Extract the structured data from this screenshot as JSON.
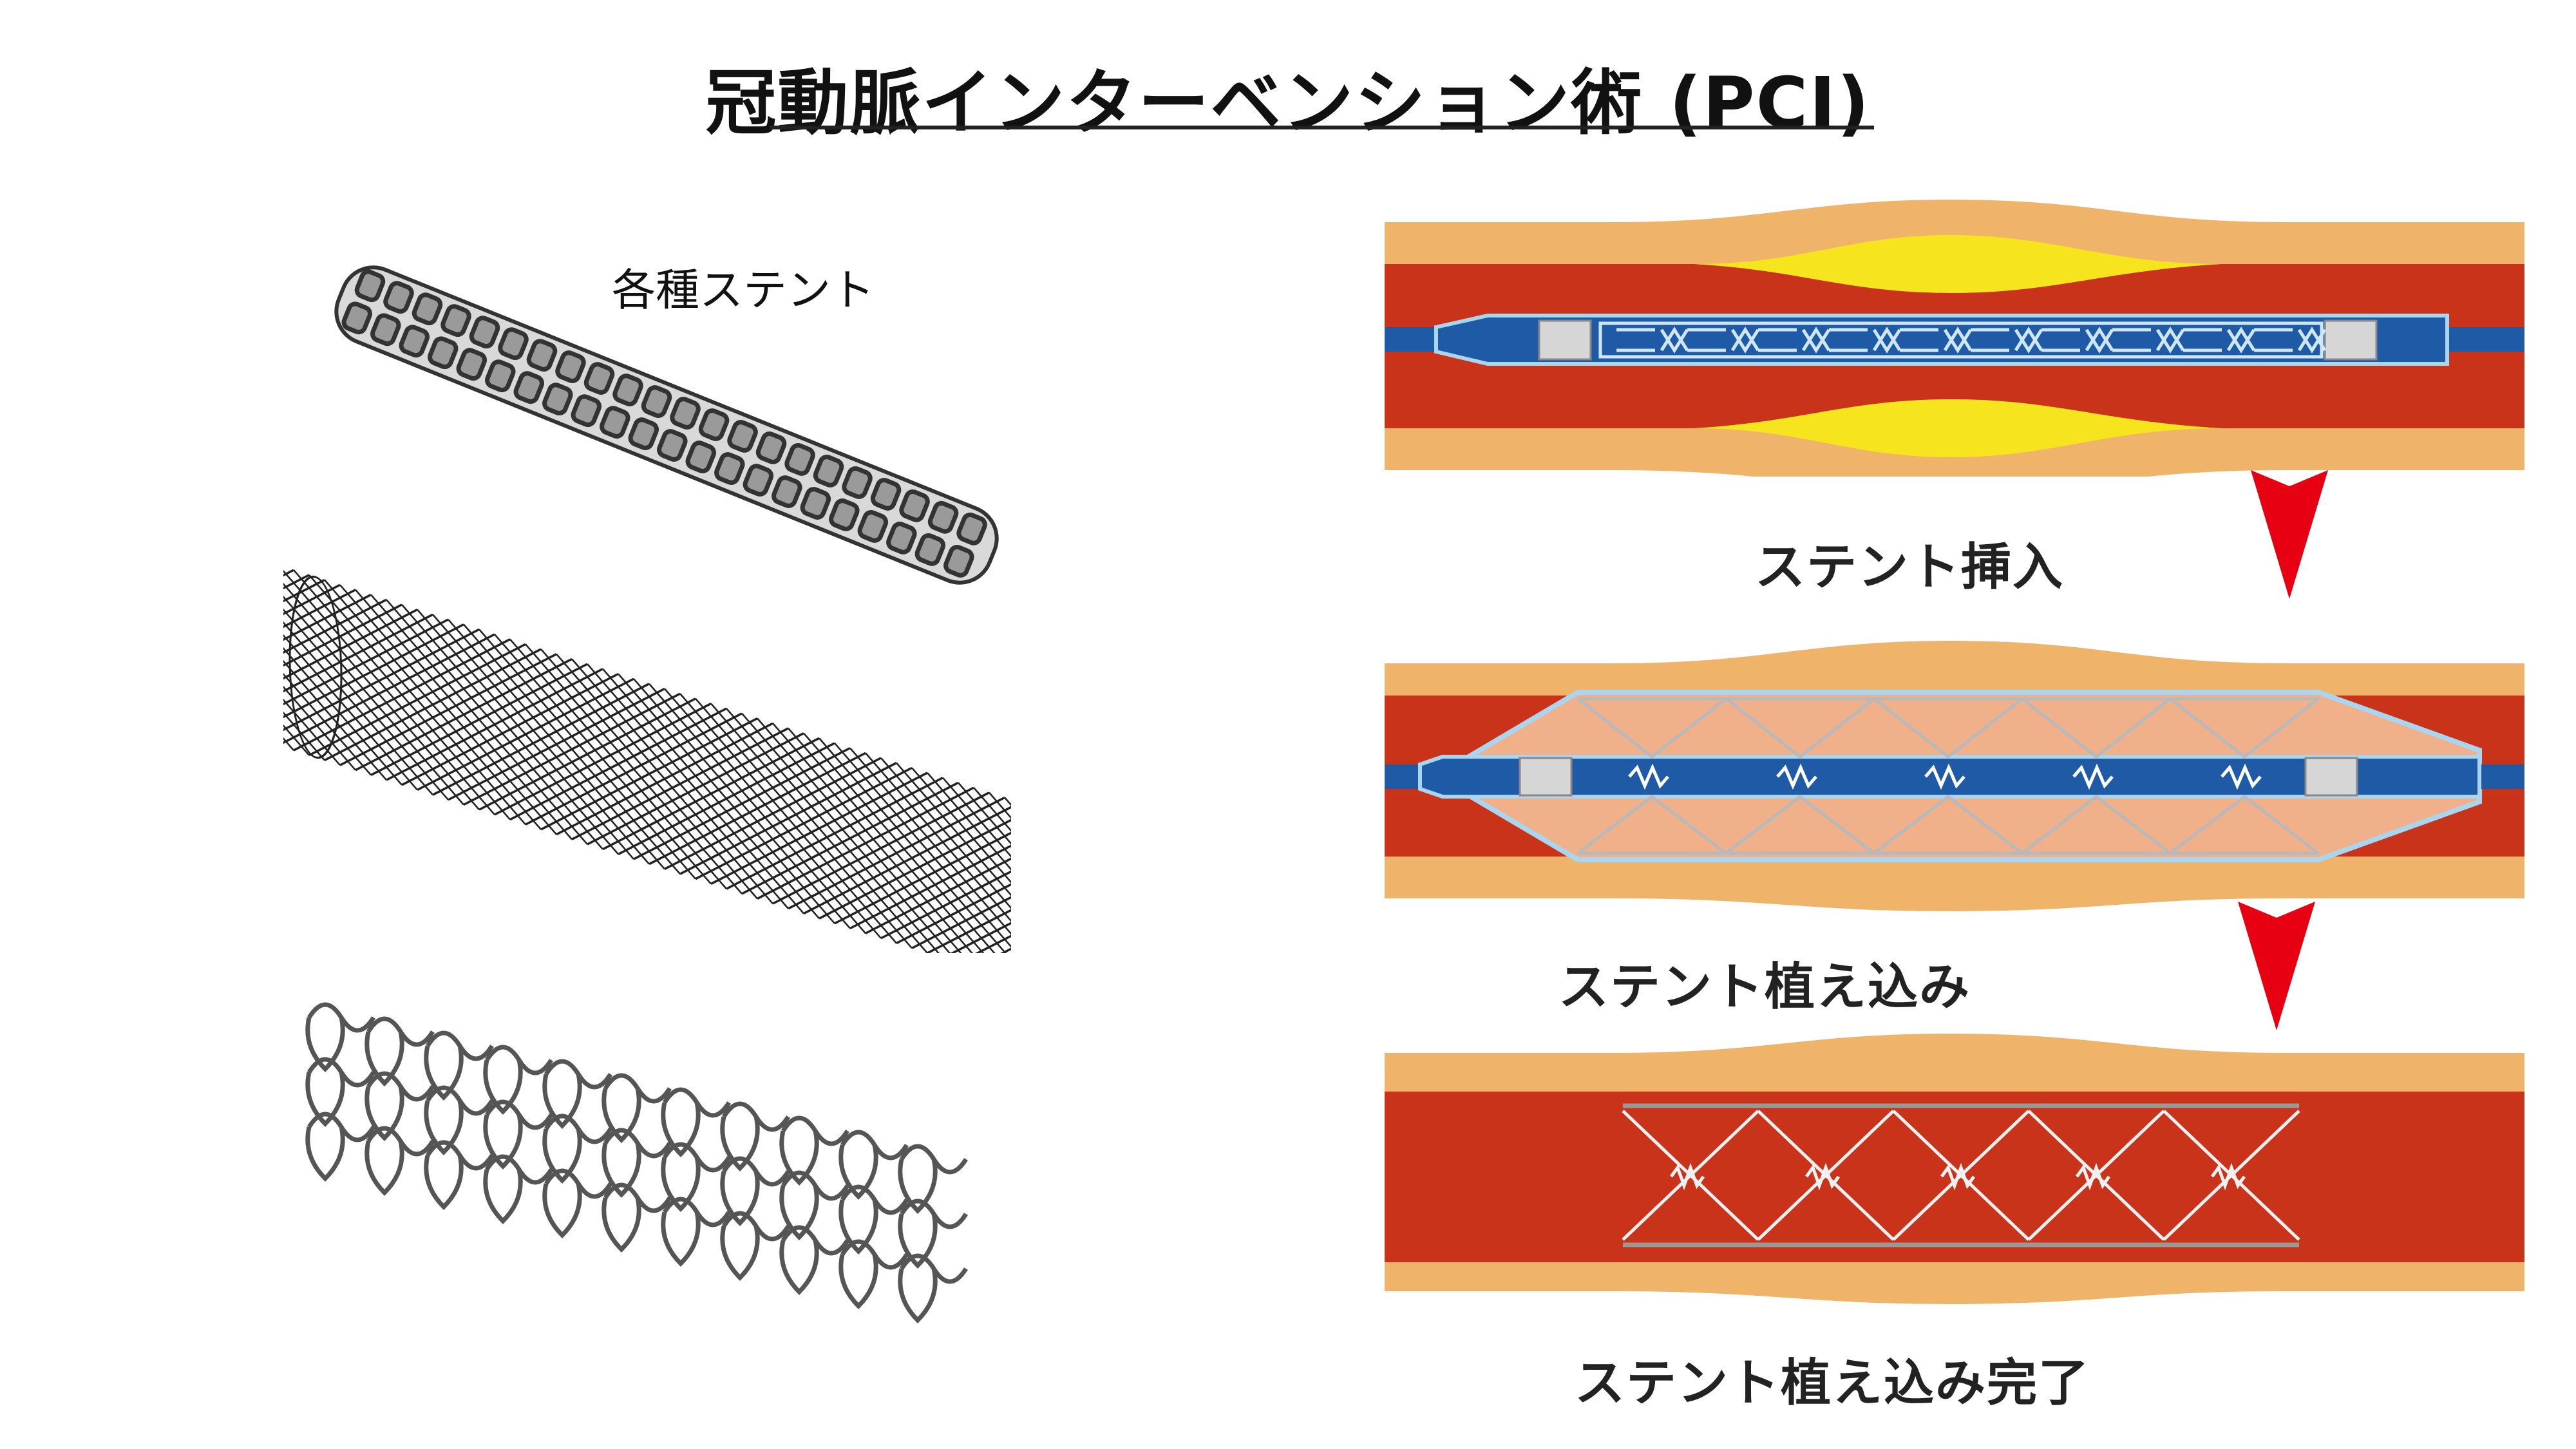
{
  "title": "冠動脈インターベンション術 (PCI)",
  "stent_types_label": "各種ステント",
  "steps": {
    "insert": "ステント挿入",
    "implant": "ステント植え込み",
    "complete": "ステント植え込み完了"
  },
  "colors": {
    "vessel_wall": "#efb46a",
    "vessel_lumen": "#c8331a",
    "plaque": "#f6e51e",
    "catheter": "#1f5aa6",
    "balloon": "#f0b08a",
    "balloon_outline": "#a9d6ee",
    "arrow": "#e60012",
    "stent_metal": "#8a8a8a"
  }
}
